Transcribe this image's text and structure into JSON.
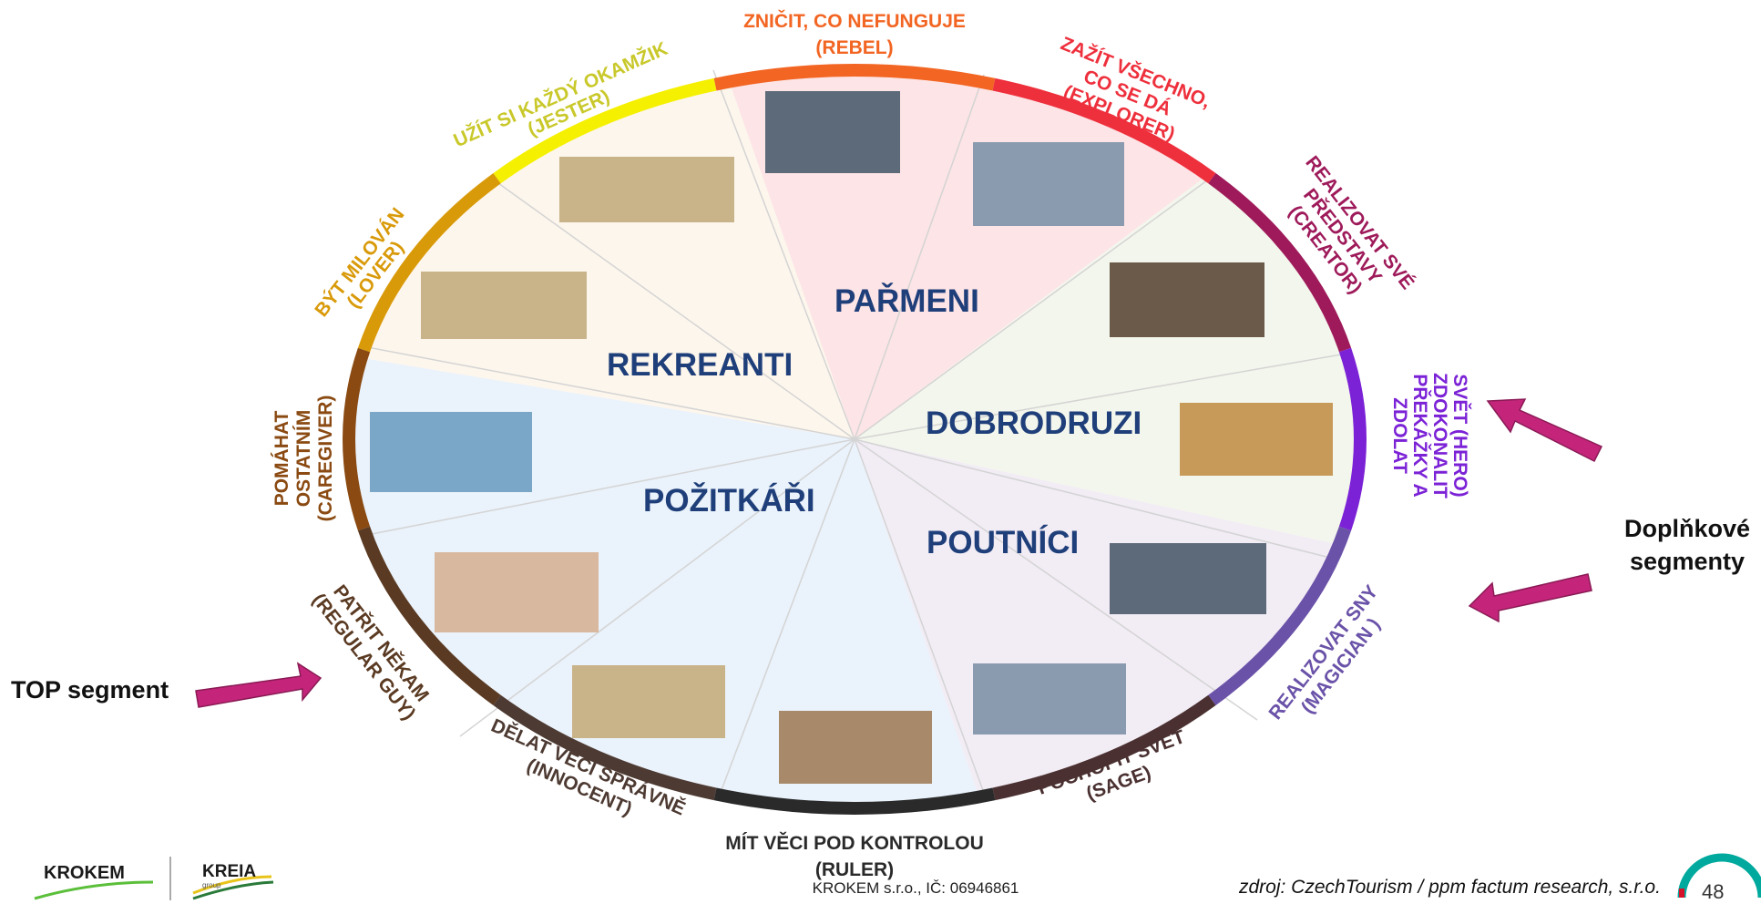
{
  "segments": {
    "parmeni": "PAŘMENI",
    "rekreanti": "REKREANTI",
    "dobrodruzi": "DOBRODRUZI",
    "pozitkari": "POŽITKÁŘI",
    "poutnici": "POUTNÍCI"
  },
  "archetypes": {
    "rebel_1": "ZNIČIT, CO NEFUNGUJE",
    "rebel_2": "(REBEL)",
    "explorer_1": "ZAŽÍT VŠECHNO,",
    "explorer_2": "CO SE DÁ",
    "explorer_3": "(EXPLORER)",
    "creator_1": "REALIZOVAT SVÉ",
    "creator_2": "PŘEDSTAVY",
    "creator_3": "(CREATOR)",
    "hero_1": "ZDOLAT",
    "hero_2": "PŘEKÁŽKY A",
    "hero_3": "ZDOKONALIT",
    "hero_4": "SVĚT (HERO)",
    "magician_1": "REALIZOVAT SNY",
    "magician_2": "(MAGICIAN )",
    "sage_1": "POCHOPIT SVĚT",
    "sage_2": "(SAGE)",
    "ruler_1": "MÍT VĚCI POD KONTROLOU",
    "ruler_2": "(RULER)",
    "innocent_1": "DĚLAT VĚCI SPRÁVNĚ",
    "innocent_2": "(INNOCENT)",
    "regular_1": "PATŘIT NĚKAM",
    "regular_2": "(REGULAR GUY)",
    "caregiver_1": "POMÁHAT",
    "caregiver_2": "OSTATNÍM",
    "caregiver_3": "(CAREGIVER)",
    "lover_1": "BÝT MILOVÁN",
    "lover_2": "(LOVER)",
    "jester_1": "UŽÍT SI KAŽDÝ OKAMŽIK",
    "jester_2": "(JESTER)"
  },
  "annotations": {
    "top_segment": "TOP segment",
    "doplnkove_1": "Doplňkové",
    "doplnkove_2": "segmenty"
  },
  "footer": {
    "company": "KROKEM s.r.o., IČ: 06946861",
    "source": "zdroj: CzechTourism / ppm factum research, s.r.o.",
    "page": "48",
    "logo_krokem": "KROKEM",
    "logo_kreia": "KREIA",
    "logo_kreia_sub": "group"
  },
  "colors": {
    "rebel": "#f26522",
    "explorer": "#ee2f3c",
    "creator": "#9e1a5a",
    "hero": "#7b22d6",
    "magician": "#6a52a8",
    "sage": "#4a3030",
    "ruler": "#2a2a2a",
    "innocent": "#4d3a32",
    "regular": "#5a3a22",
    "caregiver": "#8a4a12",
    "lover": "#d99a0a",
    "jester": "#f5f000",
    "segment_text": "#1f3f7a",
    "arrow": "#c4257a"
  }
}
